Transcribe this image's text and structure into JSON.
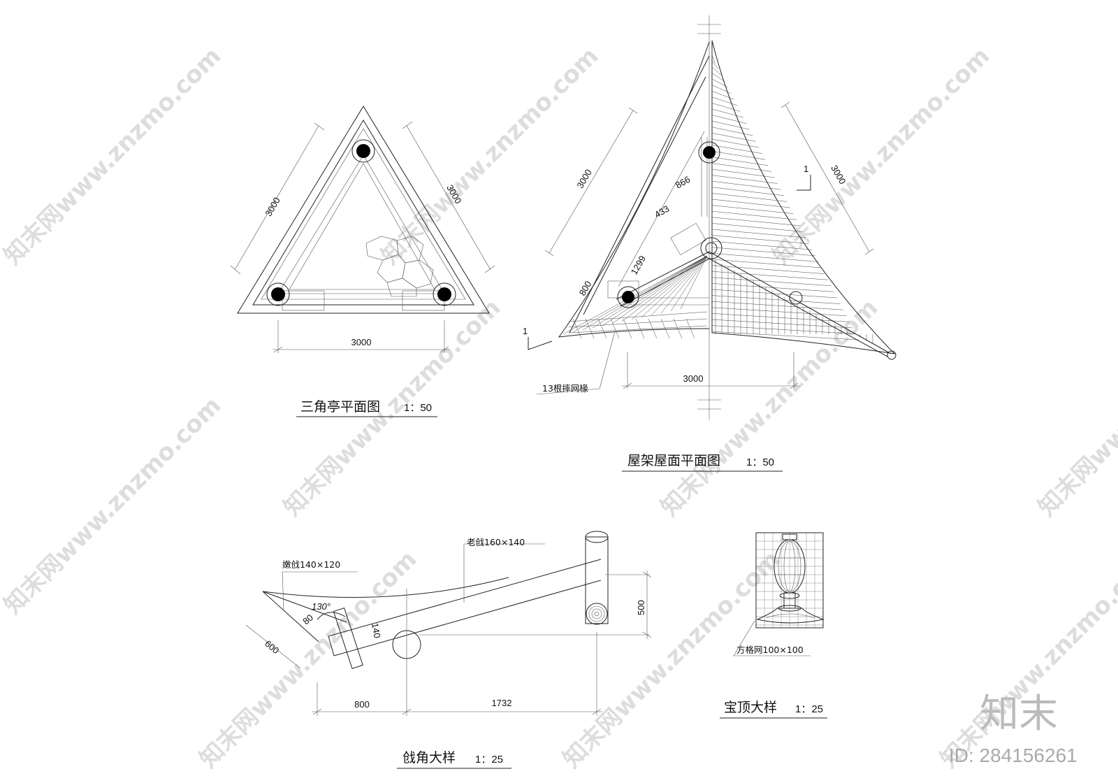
{
  "watermark": {
    "text": "知末网www.znzmo.com"
  },
  "brand": {
    "logo": "知末",
    "id": "ID: 284156261"
  },
  "plan": {
    "title": "三角亭平面图",
    "scale": "1：50",
    "dim_left": "3000",
    "dim_right": "3000",
    "dim_bottom": "3000"
  },
  "roof": {
    "title": "屋架屋面平面图",
    "scale": "1：50",
    "dim_left": "3000",
    "dim_right": "3000",
    "dim_bottom": "3000",
    "dim_866": "866",
    "dim_433": "433",
    "dim_1299": "1299",
    "dim_800": "800",
    "section_mark_1": "1",
    "section_mark_2": "1",
    "rafter_note": "13根摔网椽"
  },
  "eave": {
    "title": "戗角大样",
    "scale": "1：25",
    "young_beam": "嫩戗140×120",
    "old_beam": "老戗160×140",
    "angle": "130°",
    "dim_80": "80",
    "dim_600": "600",
    "dim_140": "140",
    "dim_500": "500",
    "dim_800": "800",
    "dim_1732": "1732"
  },
  "finial": {
    "title": "宝顶大样",
    "scale": "1：25",
    "grid_note": "方格网100×100"
  }
}
